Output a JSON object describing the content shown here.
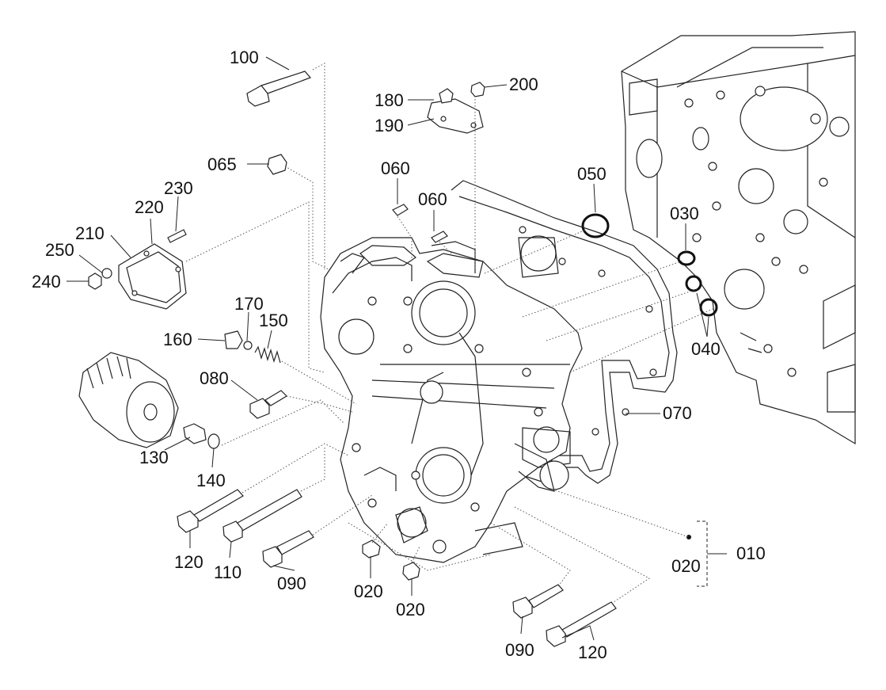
{
  "labels": {
    "p100": "100",
    "p180": "180",
    "p200": "200",
    "p190": "190",
    "p065": "065",
    "p060a": "060",
    "p060b": "060",
    "p050": "050",
    "p030": "030",
    "p040": "040",
    "p230": "230",
    "p220": "220",
    "p210": "210",
    "p250": "250",
    "p240": "240",
    "p170": "170",
    "p150": "150",
    "p160": "160",
    "p080": "080",
    "p070": "070",
    "p130": "130",
    "p140": "140",
    "p120a": "120",
    "p110": "110",
    "p090a": "090",
    "p020a": "020",
    "p020b": "020",
    "p020c": "020",
    "p010": "010",
    "p090b": "090",
    "p120b": "120"
  },
  "colors": {
    "line": "#222222",
    "background": "#ffffff"
  }
}
